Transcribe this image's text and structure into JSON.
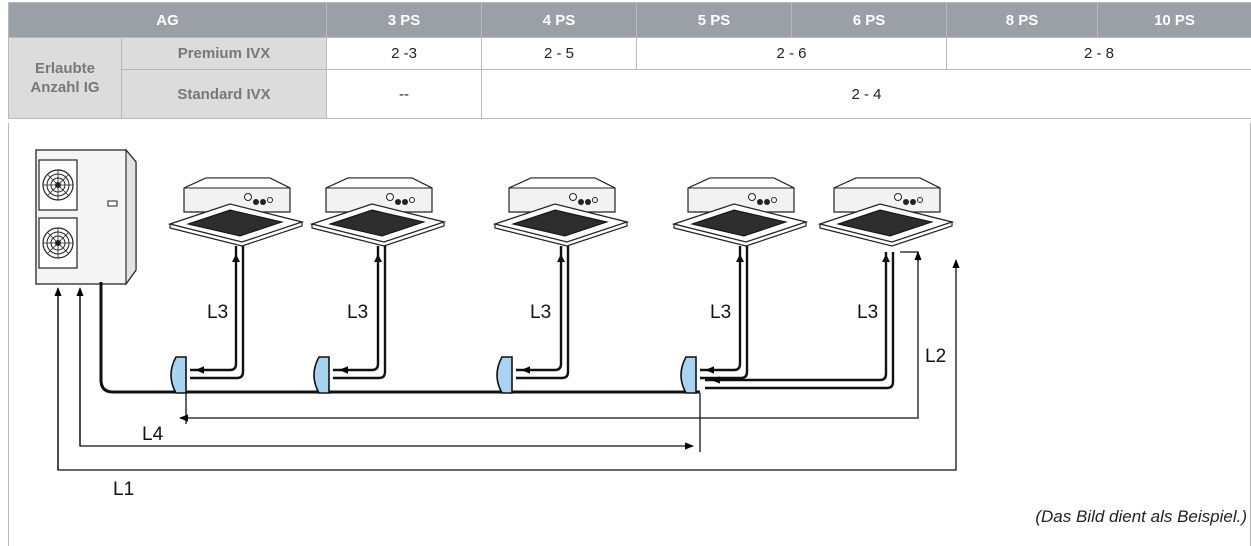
{
  "table": {
    "header": [
      "AG",
      "3 PS",
      "4 PS",
      "5 PS",
      "6 PS",
      "8 PS",
      "10 PS"
    ],
    "row_group_label": "Erlaubte Anzahl IG",
    "rows": [
      {
        "label": "Premium IVX",
        "v_3ps": "2 -3",
        "v_4ps": "2 - 5",
        "v_5_6ps": "2 - 6",
        "v_8_10ps": "2 - 8"
      },
      {
        "label": "Standard IVX",
        "v_3ps": "--",
        "v_4_10ps": "2 - 4"
      }
    ]
  },
  "diagram": {
    "labels": {
      "l1": "L1",
      "l2": "L2",
      "l3": "L3",
      "l4": "L4"
    },
    "note": "(Das Bild dient als Beispiel.)"
  },
  "colors": {
    "header_bg": "#9aa0a6",
    "subheader_bg": "#dcdcdc",
    "joint_fill": "#a8d4f2"
  }
}
